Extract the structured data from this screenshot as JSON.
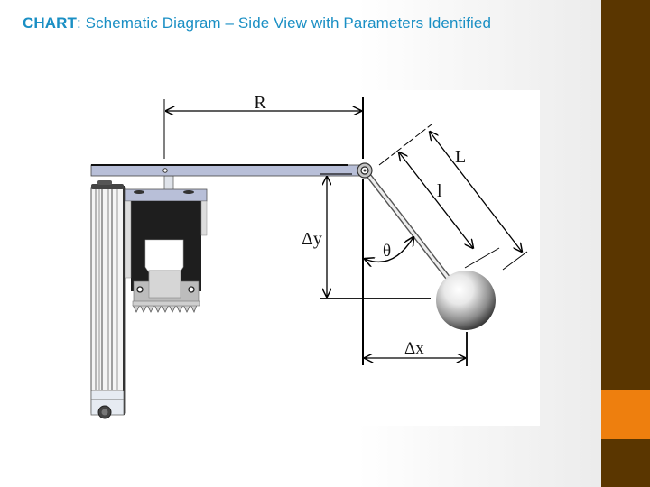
{
  "slide": {
    "title_prefix": "CHART",
    "title_rest": ": Schematic Diagram – Side View with Parameters Identified",
    "colors": {
      "title": "#1a8fc4",
      "side_bar": "#5a3600",
      "side_accent": "#ee7f0e"
    }
  },
  "diagram": {
    "labels": {
      "R": "R",
      "L": "L",
      "l": "l",
      "dy": "Δy",
      "theta": "θ",
      "dx": "Δx"
    },
    "components": [
      "vertical-support-rail",
      "horizontal-arm",
      "motor-housing",
      "pivot-joint",
      "pendulum-rod",
      "pendulum-bob"
    ]
  }
}
